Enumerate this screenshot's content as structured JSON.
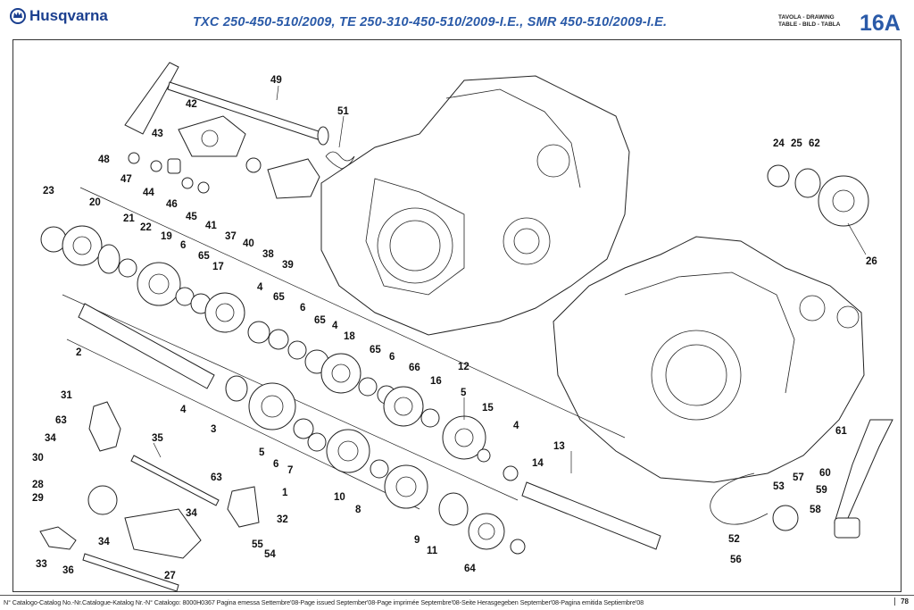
{
  "brand": "Husqvarna",
  "title": "TXC 250-450-510/2009, TE 250-310-450-510/2009-I.E., SMR 450-510/2009-I.E.",
  "drawing_label_line1": "TAVOLA - DRAWING",
  "drawing_label_line2": "TABLE - BILD - TABLA",
  "drawing_number": "16A",
  "footer_text": "N° Catalogo-Catalog No.-Nr.Catalogue-Katalog Nr.-N° Catalogo: 8000H0367 Pagina emessa Settembre'08-Page issued September'08-Page imprimée Septembre'08-Seite Herasgegeben September'08-Pagina emitida Septiembre'08",
  "page_number": "78",
  "part_labels": [
    "49",
    "42",
    "43",
    "51",
    "48",
    "47",
    "44",
    "46",
    "45",
    "41",
    "37",
    "40",
    "38",
    "39",
    "23",
    "20",
    "21",
    "22",
    "19",
    "6",
    "65",
    "17",
    "4",
    "65",
    "6",
    "65",
    "4",
    "18",
    "65",
    "6",
    "66",
    "16",
    "12",
    "5",
    "15",
    "4",
    "2",
    "4",
    "3",
    "5",
    "6",
    "7",
    "1",
    "10",
    "8",
    "13",
    "14",
    "9",
    "11",
    "64",
    "31",
    "63",
    "34",
    "35",
    "30",
    "28",
    "29",
    "33",
    "34",
    "36",
    "63",
    "34",
    "32",
    "55",
    "54",
    "27",
    "24",
    "25",
    "62",
    "26",
    "61",
    "60",
    "57",
    "59",
    "53",
    "58",
    "52",
    "56"
  ]
}
